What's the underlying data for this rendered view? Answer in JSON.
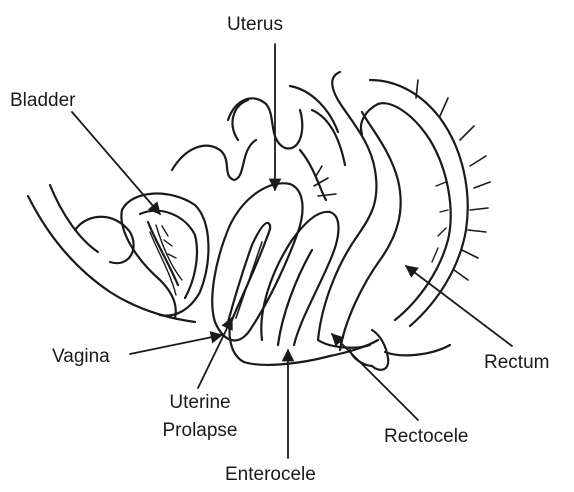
{
  "labels": {
    "uterus": "Uterus",
    "bladder": "Bladder",
    "vagina": "Vagina",
    "uterine_prolapse_line1": "Uterine",
    "uterine_prolapse_line2": "Prolapse",
    "enterocele": "Enterocele",
    "rectocele": "Rectocele",
    "rectum": "Rectum"
  },
  "colors": {
    "ink": "#1a1a1a",
    "background": "#ffffff"
  }
}
